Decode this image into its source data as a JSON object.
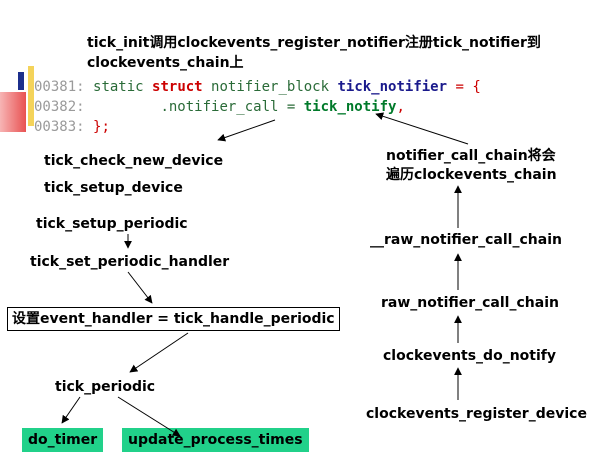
{
  "title": "tick_init调用clockevents_register_notifier注册tick_notifier到clockevents_chain上",
  "code": {
    "lines": [
      {
        "num": "00381:",
        "pre": "static ",
        "kw": "struct",
        "mid": " notifier_block ",
        "name": "tick_notifier",
        "post": " = {"
      },
      {
        "num": "00382:",
        "pre": "        .notifier_call = ",
        "name": "tick_notify",
        "post": ","
      },
      {
        "num": "00383:",
        "text": "};"
      }
    ]
  },
  "left_flow": {
    "tick_check_new_device": "tick_check_new_device",
    "tick_setup_device": "tick_setup_device",
    "tick_setup_periodic": "tick_setup_periodic",
    "tick_set_periodic_handler": "tick_set_periodic_handler",
    "set_event_handler": "设置event_handler = tick_handle_periodic",
    "tick_periodic": "tick_periodic",
    "do_timer": "do_timer",
    "update_process_times": "update_process_times"
  },
  "right_flow": {
    "notifier_call_chain": "notifier_call_chain将会\n遍历clockevents_chain",
    "raw_notifier_call_chain_inner": "__raw_notifier_call_chain",
    "raw_notifier_call_chain": "raw_notifier_call_chain",
    "clockevents_do_notify": "clockevents_do_notify",
    "clockevents_register_device": "clockevents_register_device"
  },
  "colors": {
    "highlight_green": "#21d18a",
    "keyword_red": "#cc0000",
    "keyword_blue": "#1a1a8c",
    "keyword_green": "#007a2a"
  }
}
